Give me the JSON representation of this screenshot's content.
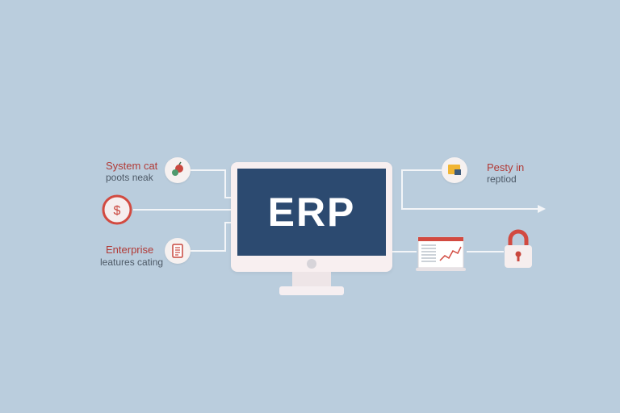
{
  "center": {
    "label": "ERP"
  },
  "left_nodes": [
    {
      "title": "System cat",
      "subtitle": "poots neak",
      "icon": "leaf-apple-icon"
    },
    {
      "title": "",
      "subtitle": "",
      "icon": "dollar-icon"
    },
    {
      "title": "Enterprise",
      "subtitle": "leatures cating",
      "icon": "document-icon"
    }
  ],
  "right_nodes": [
    {
      "title": "Pesty in",
      "subtitle": "reptiod",
      "icon": "folder-icon"
    },
    {
      "title": "",
      "subtitle": "",
      "icon": "report-screen-icon"
    },
    {
      "title": "",
      "subtitle": "",
      "icon": "padlock-icon"
    }
  ],
  "colors": {
    "background": "#bacddd",
    "screen": "#2c4a70",
    "accent_red": "#c9473e",
    "monitor_frame": "#f8eff0"
  }
}
